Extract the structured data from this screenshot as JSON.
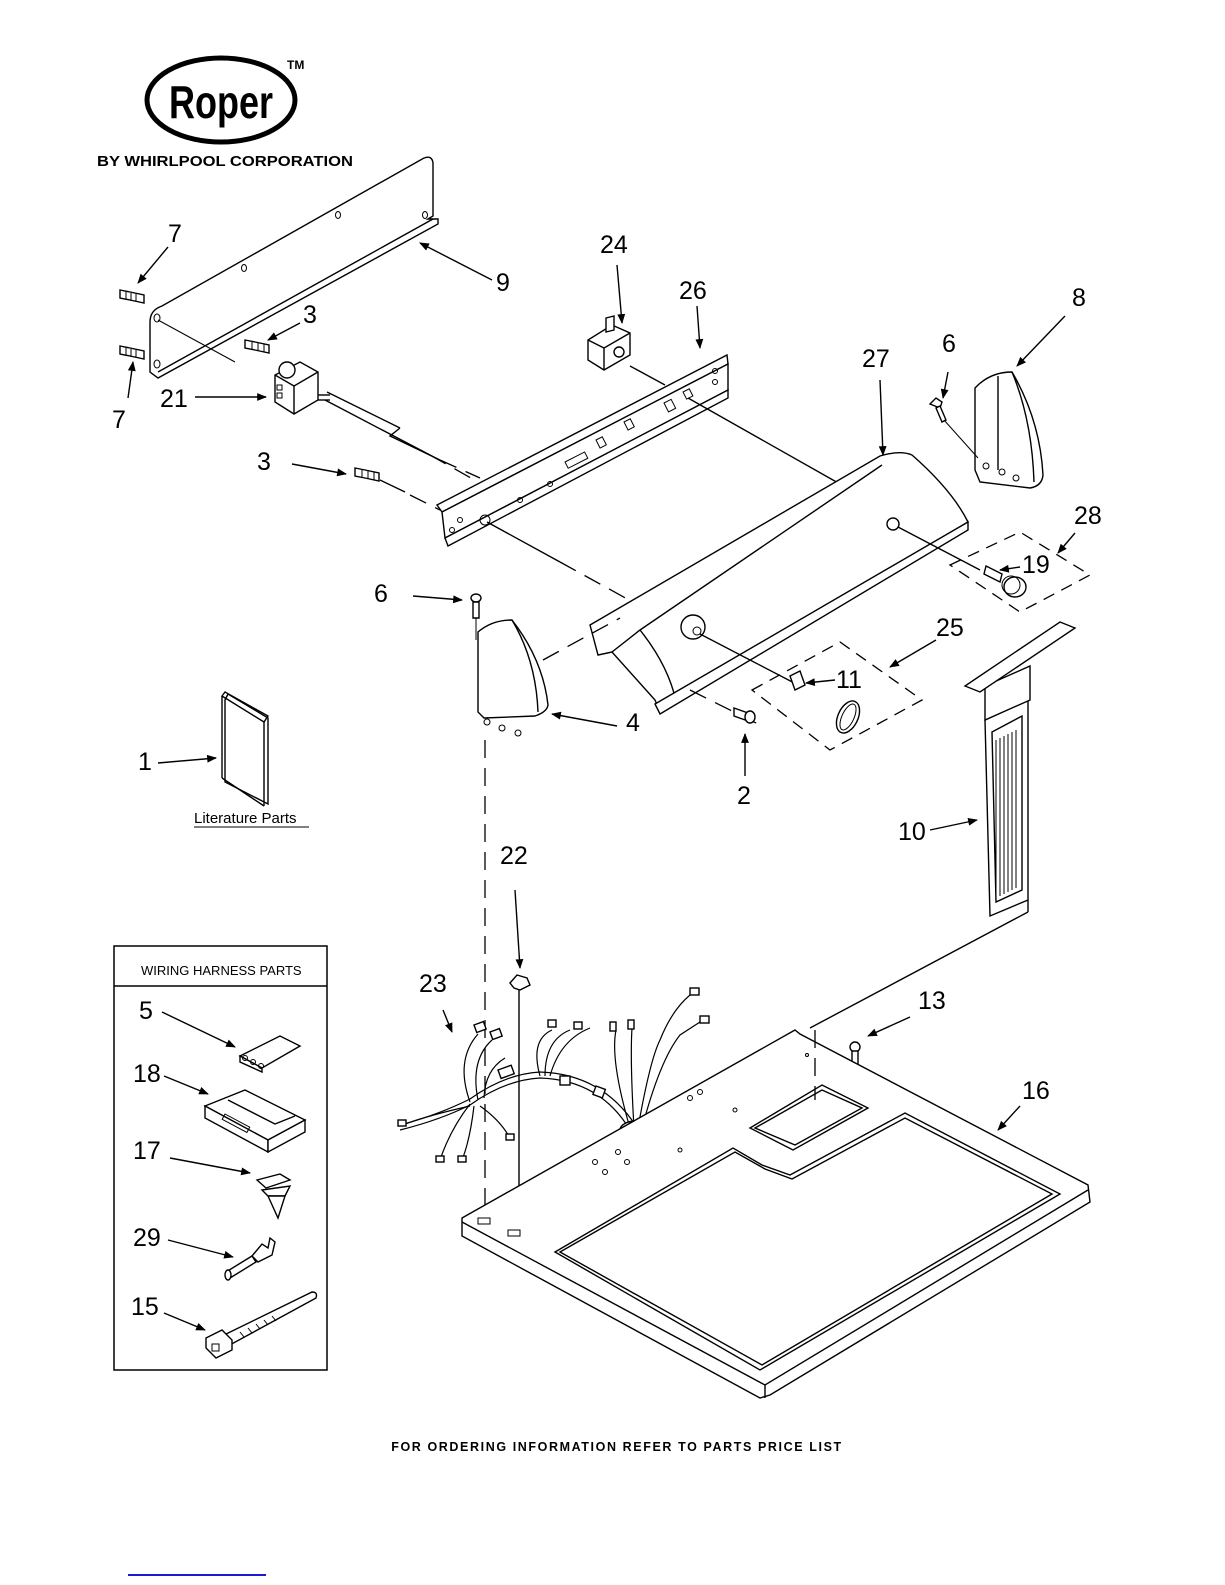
{
  "logo": {
    "brand": "Roper",
    "trademark": "TM",
    "subtitle": "BY WHIRLPOOL CORPORATION"
  },
  "callouts": {
    "c1": "1",
    "c2": "2",
    "c3a": "3",
    "c3b": "3",
    "c4": "4",
    "c6a": "6",
    "c6b": "6",
    "c7a": "7",
    "c7b": "7",
    "c8": "8",
    "c9": "9",
    "c10": "10",
    "c11": "11",
    "c13": "13",
    "c16": "16",
    "c19": "19",
    "c21": "21",
    "c22": "22",
    "c23": "23",
    "c24": "24",
    "c25": "25",
    "c26": "26",
    "c27": "27",
    "c28": "28"
  },
  "literature": {
    "label": "Literature Parts"
  },
  "wiring_box": {
    "title": "WIRING HARNESS PARTS",
    "items": [
      {
        "number": "5",
        "part": "connector-housing"
      },
      {
        "number": "18",
        "part": "multi-pin-connector"
      },
      {
        "number": "17",
        "part": "push-clip"
      },
      {
        "number": "29",
        "part": "terminal"
      },
      {
        "number": "15",
        "part": "cable-tie"
      }
    ]
  },
  "footer": {
    "text": "FOR ORDERING INFORMATION REFER TO PARTS PRICE LIST"
  },
  "colors": {
    "ink": "#000000",
    "paper": "#ffffff",
    "link": "#1a1ad6"
  }
}
